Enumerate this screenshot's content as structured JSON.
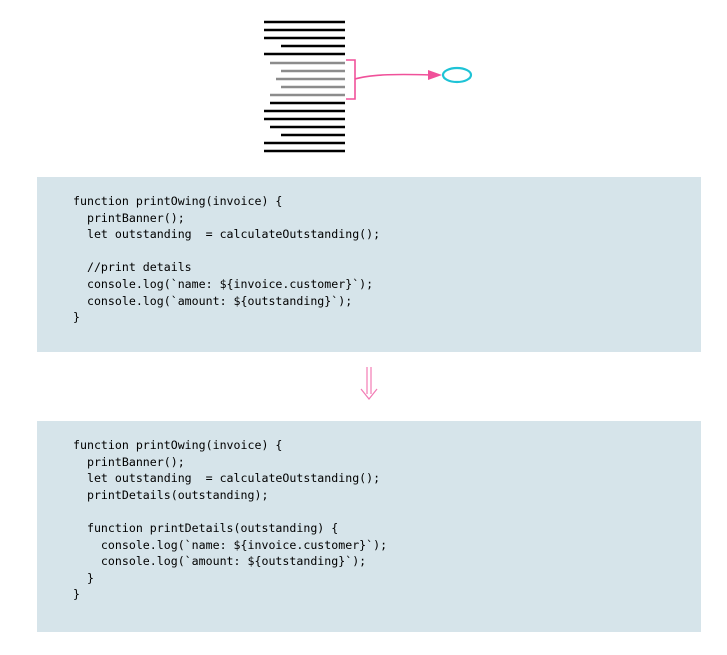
{
  "colors": {
    "line_black": "#000000",
    "line_gray": "#8c8c8c",
    "bracket_arrow": "#f0519a",
    "target_oval": "#1ec3d6",
    "panel_bg": "#d6e4ea",
    "down_arrow": "#f27ab4"
  },
  "icons": {
    "refactor_arrow": "double-down-arrow"
  },
  "before_code": [
    "function printOwing(invoice) {",
    "  printBanner();",
    "  let outstanding  = calculateOutstanding();",
    "",
    "  //print details",
    "  console.log(`name: ${invoice.customer}`);",
    "  console.log(`amount: ${outstanding}`);",
    "}"
  ],
  "after_code": [
    "function printOwing(invoice) {",
    "  printBanner();",
    "  let outstanding  = calculateOutstanding();",
    "  printDetails(outstanding);",
    "",
    "  function printDetails(outstanding) {",
    "    console.log(`name: ${invoice.customer}`);",
    "    console.log(`amount: ${outstanding}`);",
    "  }",
    "}"
  ]
}
